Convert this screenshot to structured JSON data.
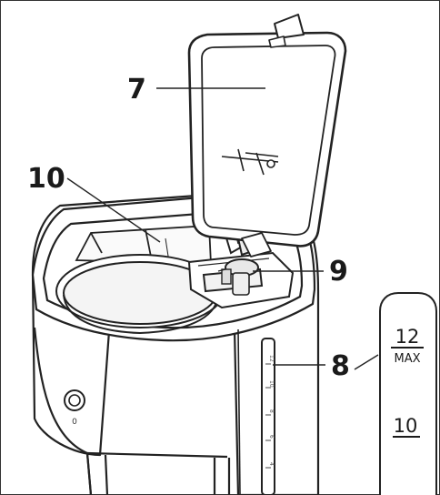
{
  "callouts": {
    "lid": "7",
    "water_window": "8",
    "filter_holder": "9",
    "water_tank": "10"
  },
  "window_scale": [
    "12",
    "10",
    "8",
    "6",
    "4"
  ],
  "zoom_inset": {
    "max_number": "12",
    "max_label": "MAX",
    "ten_number": "10"
  },
  "power_button": {
    "symbol": "0"
  }
}
